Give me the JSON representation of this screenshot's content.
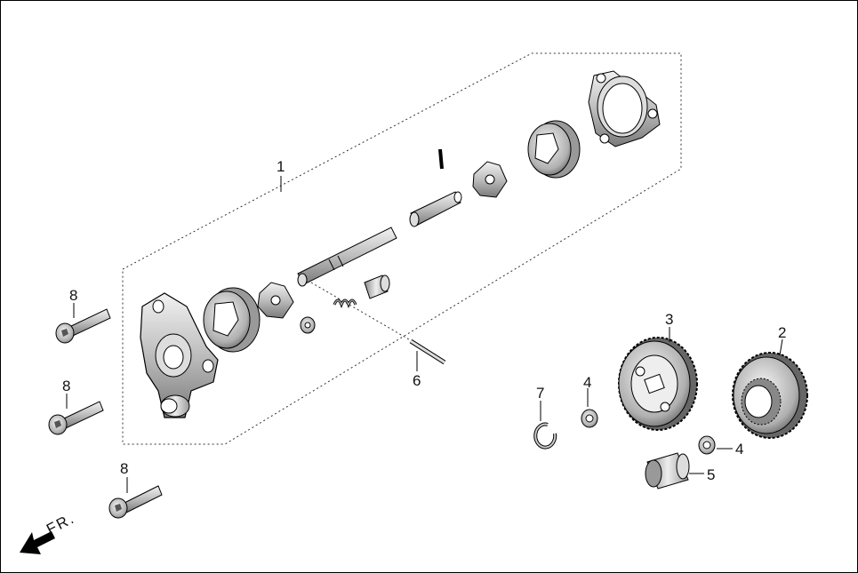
{
  "callouts": {
    "c1": "1",
    "c2": "2",
    "c3": "3",
    "c4a": "4",
    "c4b": "4",
    "c5": "5",
    "c6": "6",
    "c7": "7",
    "c8a": "8",
    "c8b": "8",
    "c8c": "8"
  },
  "direction_label": "FR."
}
